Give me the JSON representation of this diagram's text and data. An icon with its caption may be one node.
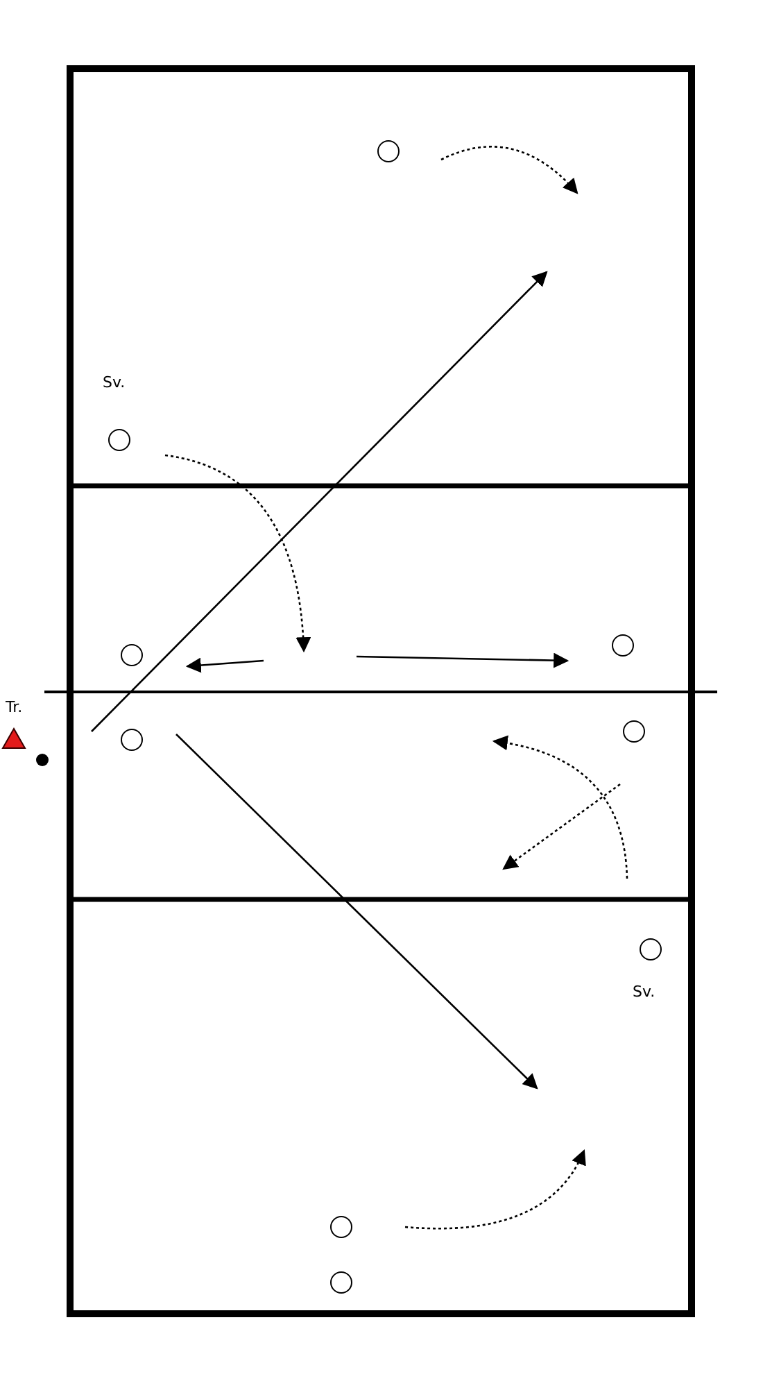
{
  "diagram": {
    "nodes": [
      {
        "text": [],
        "shape": "circle"
      },
      {
        "text": [],
        "shape": "circle",
        "beside": [
          "Sv."
        ]
      },
      {
        "text": [],
        "shape": "circle"
      },
      {
        "text": [],
        "shape": "circle"
      },
      {
        "text": [],
        "shape": "triangle",
        "beside": [
          "Tr."
        ]
      },
      {
        "text": [],
        "shape": "dot"
      },
      {
        "text": [],
        "shape": "circle"
      },
      {
        "text": [],
        "shape": "circle"
      },
      {
        "text": [],
        "shape": "circle",
        "beside": [
          "Sv."
        ]
      },
      {
        "text": [],
        "shape": "circle"
      },
      {
        "text": [],
        "shape": "circle"
      }
    ]
  }
}
